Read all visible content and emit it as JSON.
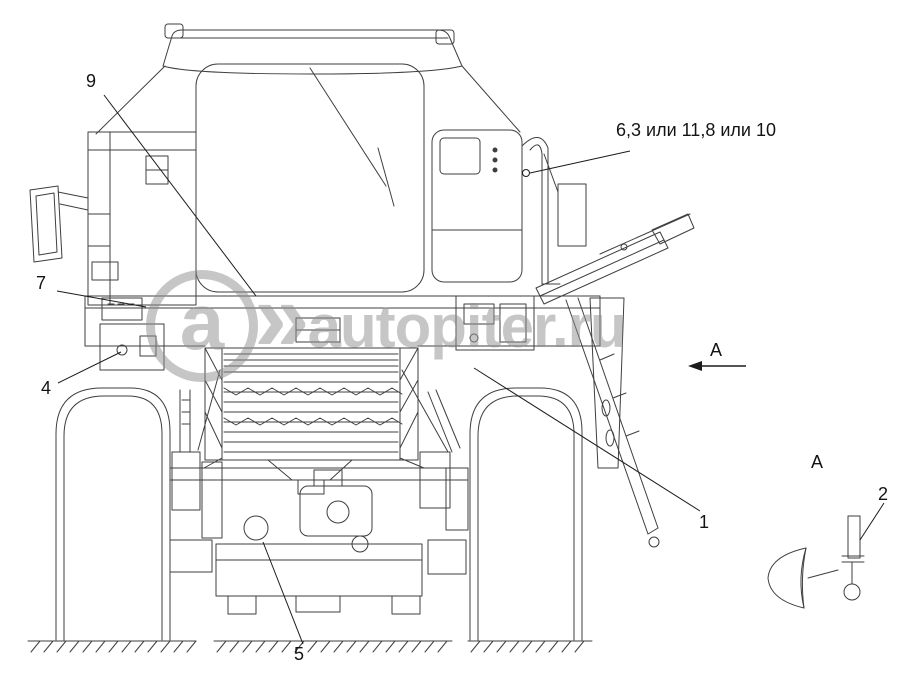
{
  "watermark": {
    "logo_letter": "a",
    "chevrons": "»",
    "text": "autopiter.ru",
    "color": "#8f8f8f"
  },
  "callouts": [
    {
      "label": "9"
    },
    {
      "label": "7"
    },
    {
      "label": "4"
    },
    {
      "label": "5"
    },
    {
      "label": "1"
    },
    {
      "label": "2"
    },
    {
      "label": "6,3 или 11,8 или 10"
    },
    {
      "label": "A"
    },
    {
      "label": "A"
    }
  ],
  "drawing": {
    "line_color": "#3f3f3f",
    "leader_color": "#1c1c1c"
  }
}
